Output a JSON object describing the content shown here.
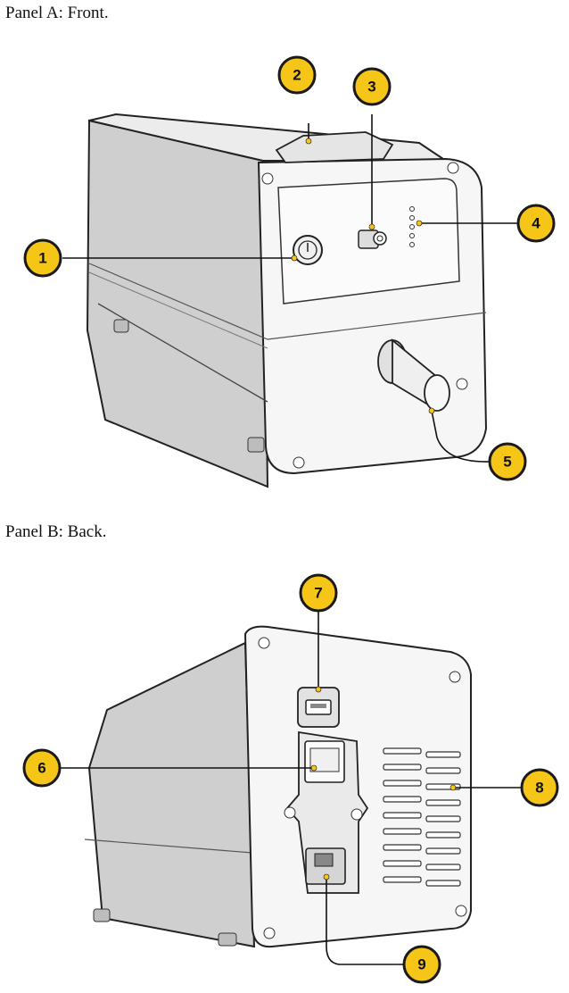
{
  "panels": [
    {
      "title": "Panel A: Front.",
      "callouts": [
        {
          "label": "1",
          "target": "power-button"
        },
        {
          "label": "2",
          "target": "top-handle"
        },
        {
          "label": "3",
          "target": "center-connector"
        },
        {
          "label": "4",
          "target": "status-leds"
        },
        {
          "label": "5",
          "target": "output-port"
        }
      ]
    },
    {
      "title": "Panel B: Back.",
      "callouts": [
        {
          "label": "6",
          "target": "rocker-switch"
        },
        {
          "label": "7",
          "target": "usb-port"
        },
        {
          "label": "8",
          "target": "vent-grille"
        },
        {
          "label": "9",
          "target": "power-inlet"
        }
      ]
    }
  ],
  "colors": {
    "callout_fill": "#F5C518",
    "callout_stroke": "#1a1a1a",
    "device_face": "#f4f4f4",
    "device_side": "#cfcfcf"
  }
}
